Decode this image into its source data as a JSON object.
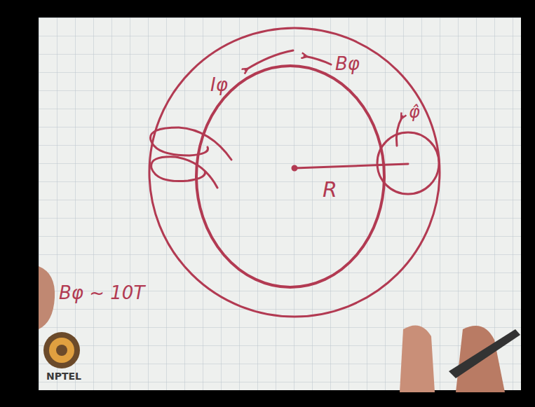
{
  "diagram": {
    "labels": [
      "Bφ",
      "Iφ",
      "φ̂",
      "R",
      "Bφ ~ 10T",
      "NPTEL"
    ]
  }
}
